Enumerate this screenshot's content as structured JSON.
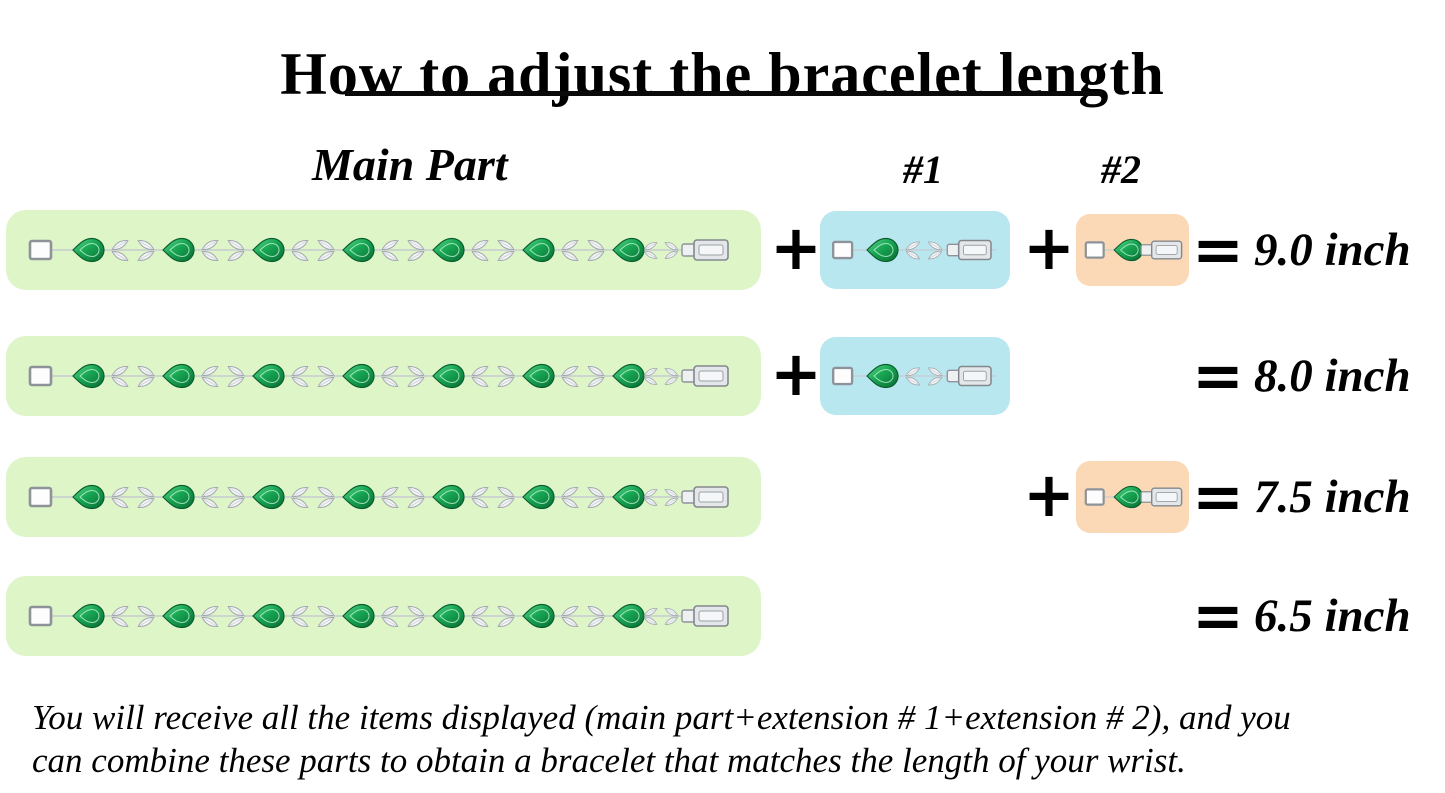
{
  "title": "How to adjust the bracelet length",
  "labels": {
    "main_part": "Main Part",
    "extension_1": "#1",
    "extension_2": "#2"
  },
  "operators": {
    "plus": "+",
    "equals": "="
  },
  "rows": [
    {
      "has_extension_1": true,
      "has_extension_2": true,
      "length": "9.0 inch"
    },
    {
      "has_extension_1": true,
      "has_extension_2": false,
      "length": "8.0 inch"
    },
    {
      "has_extension_1": false,
      "has_extension_2": true,
      "length": "7.5 inch"
    },
    {
      "has_extension_1": false,
      "has_extension_2": false,
      "length": "6.5 inch"
    }
  ],
  "footer": {
    "line1": "You will receive all the items displayed (main part+extension # 1+extension # 2), and you",
    "line2": "can combine these parts to obtain a bracelet that matches the length of your wrist."
  },
  "colors": {
    "main_part_bg": "#def5c8",
    "extension_1_bg": "#b9e7f0",
    "extension_2_bg": "#fbd9b6",
    "gem_green": "#149a4d",
    "metal_silver": "#d9dde0",
    "text": "#000000"
  }
}
